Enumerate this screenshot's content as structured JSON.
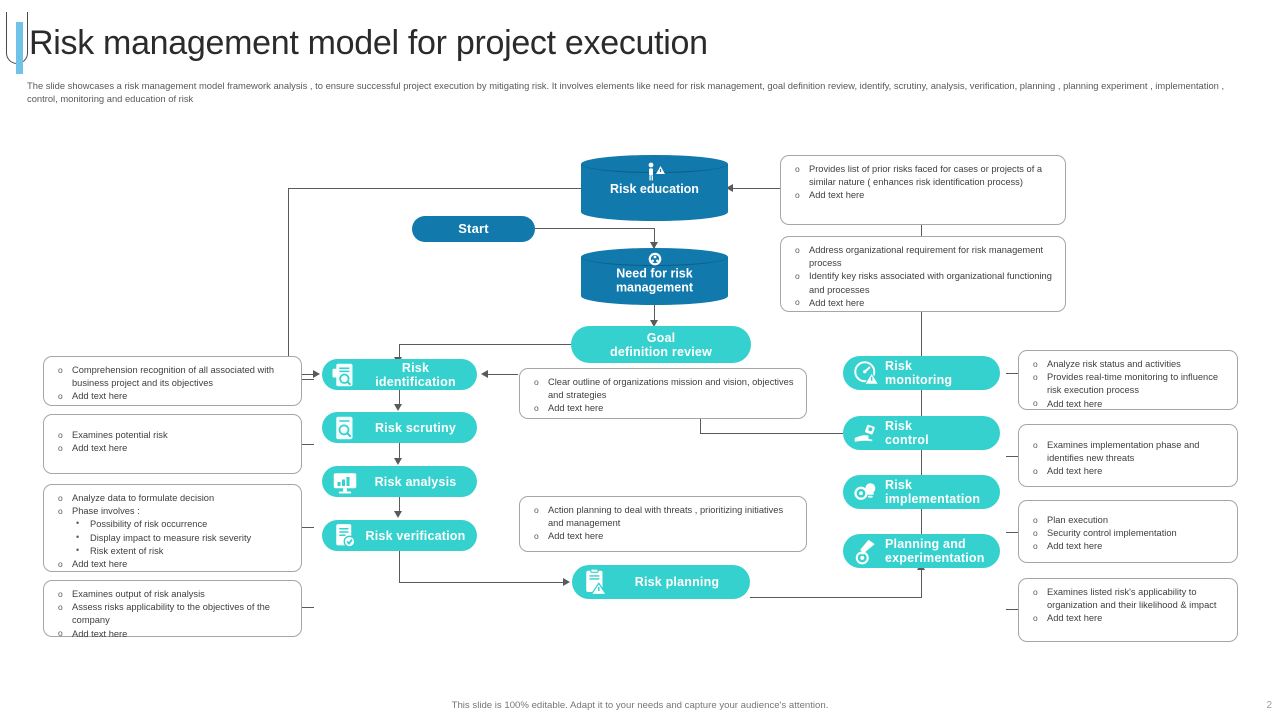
{
  "header": {
    "title": "Risk management model for project execution",
    "subtitle": "The slide showcases a risk management  model  framework analysis , to ensure successful project execution by mitigating risk. It involves elements like  need for risk management,  goal definition review, identify, scrutiny, analysis, verification, planning , planning experiment , implementation  , control,  monitoring and education of risk",
    "accent_color": "#6fc3e8"
  },
  "footer": {
    "note": "This slide is 100% editable. Adapt it to your needs and capture your audience's attention.",
    "page_number": "2"
  },
  "colors": {
    "dark_blue": "#1179AB",
    "teal": "#34D1CE",
    "line": "#5a5a5a",
    "note_border": "#a6a6a6"
  },
  "nodes": {
    "start": {
      "label": "Start",
      "icon": "none",
      "style": "blue-pill"
    },
    "risk_education": {
      "label": "Risk education",
      "icon": "person-warning-icon",
      "style": "cylinder"
    },
    "need_for_risk_management": {
      "label": "Need for risk\nmanagement",
      "line1": "Need for risk",
      "line2": "management",
      "icon": "team-gear-icon",
      "style": "cylinder"
    },
    "goal_definition_review": {
      "line1": "Goal",
      "line2": "definition review",
      "icon": "none",
      "style": "teal-pill"
    },
    "risk_identification": {
      "label": "Risk identification",
      "icon": "document-search-icon",
      "style": "teal-pill"
    },
    "risk_scrutiny": {
      "label": "Risk scrutiny",
      "icon": "document-magnifier-icon",
      "style": "teal-pill"
    },
    "risk_analysis": {
      "label": "Risk analysis",
      "icon": "chart-monitor-icon",
      "style": "teal-pill"
    },
    "risk_verification": {
      "label": "Risk verification",
      "icon": "document-check-icon",
      "style": "teal-pill"
    },
    "risk_planning": {
      "label": "Risk planning",
      "icon": "clipboard-warning-icon",
      "style": "teal-pill"
    },
    "risk_monitoring": {
      "line1": "Risk",
      "line2": "monitoring",
      "icon": "gauge-warning-icon",
      "style": "teal-pill"
    },
    "risk_control": {
      "line1": "Risk",
      "line2": "control",
      "icon": "hand-control-icon",
      "style": "teal-pill"
    },
    "risk_implementation": {
      "line1": "Risk",
      "line2": "implementation",
      "icon": "gear-bulb-icon",
      "style": "teal-pill"
    },
    "planning_and_experimentation": {
      "line1": "Planning and",
      "line2": "experimentation",
      "icon": "flask-pen-icon",
      "style": "teal-pill"
    }
  },
  "notes": {
    "education": [
      "Provides list of prior risks faced for cases or projects of a similar nature ( enhances risk identification process)",
      "Add text here"
    ],
    "need": [
      "Address organizational requirement for risk management process",
      "Identify key risks associated with organizational functioning and processes",
      "Add text here"
    ],
    "goal": [
      "Clear outline of organizations mission and vision, objectives and strategies",
      "Add text here"
    ],
    "identification": [
      "Comprehension  recognition of all associated with business project and its objectives",
      "Add text here"
    ],
    "scrutiny": [
      "Examines  potential risk",
      "Add text here"
    ],
    "analysis": {
      "items": [
        "Analyze data to formulate decision",
        "Phase involves :"
      ],
      "sub_items": [
        "Possibility of risk occurrence",
        "Display impact to measure risk severity",
        "Risk  extent of risk"
      ],
      "tail": "Add text here"
    },
    "verification": [
      "Examines  output of risk analysis",
      "Assess  risks applicability to the objectives of the company",
      "Add text here"
    ],
    "planning": [
      "Action  planning to deal with threats , prioritizing initiatives and management",
      "Add text here"
    ],
    "monitoring": [
      "Analyze risk status and activities",
      "Provides real-time monitoring  to influence risk execution process",
      "Add text here"
    ],
    "control": [
      "Examines  implementation  phase and identifies new threats",
      "Add text here"
    ],
    "implementation": [
      "Plan  execution",
      "Security control implementation",
      "Add text here"
    ],
    "experimentation": [
      "Examines  listed  risk's applicability to organization and their likelihood  & impact",
      "Add text here"
    ]
  }
}
